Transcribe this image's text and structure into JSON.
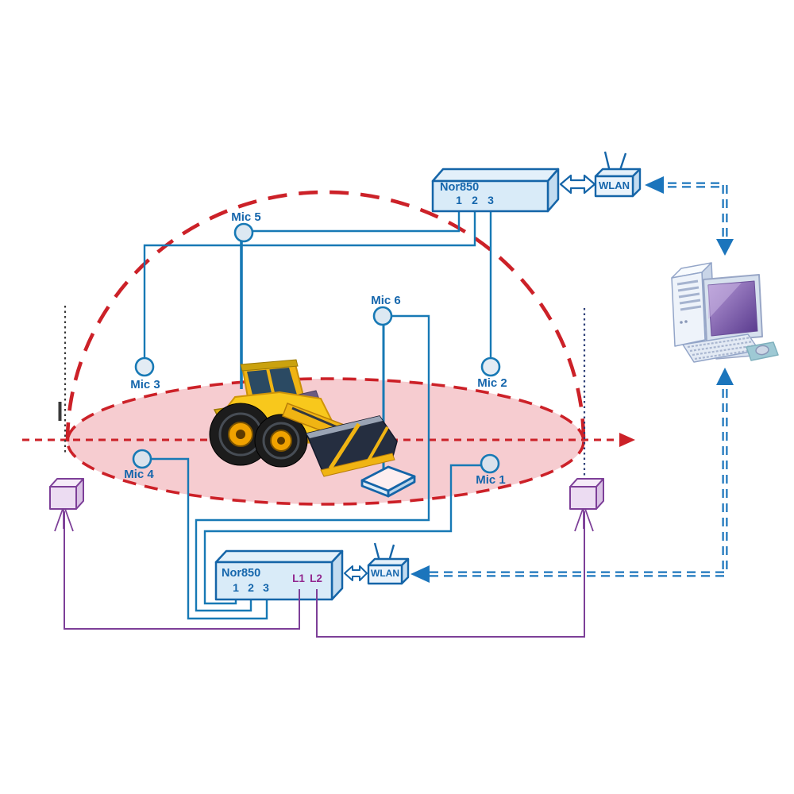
{
  "diagram": {
    "description": "Sound power measurement setup: six microphones on a hemisphere around a wheel loader, two Nor850 analyzers with WLAN links to a PC",
    "mics": [
      {
        "label": "Mic 1"
      },
      {
        "label": "Mic 2"
      },
      {
        "label": "Mic 3"
      },
      {
        "label": "Mic 4"
      },
      {
        "label": "Mic 5"
      },
      {
        "label": "Mic 6"
      }
    ],
    "analyzers": {
      "top": {
        "name": "Nor850",
        "ports": [
          "1",
          "2",
          "3"
        ]
      },
      "bottom": {
        "name": "Nor850",
        "ports": [
          "1",
          "2",
          "3"
        ],
        "outputs": [
          "L1",
          "L2"
        ]
      }
    },
    "wlan_top": {
      "label": "WLAN"
    },
    "wlan_bottom": {
      "label": "WLAN"
    },
    "colors": {
      "cable_blue": "#1779b5",
      "box_stroke": "#1565a8",
      "box_fill": "#d9ebf8",
      "dash_arrow_blue": "#1b75bc",
      "red": "#cc2128",
      "pink_fill": "#f6ccd0",
      "purple": "#7d3f98",
      "magenta_label": "#92278f",
      "label_blue": "#1566ac"
    }
  }
}
